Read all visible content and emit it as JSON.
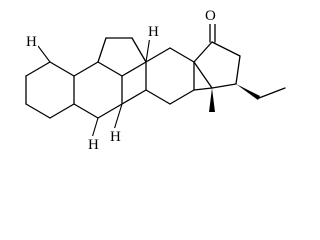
{
  "molecule": {
    "atom_labels": {
      "carbonyl_oxygen": "O",
      "hydrogen_c5": "H",
      "hydrogen_c10": "H",
      "hydrogen_c14": "H",
      "hydrogen_c9": "H"
    },
    "colors": {
      "bond": "#000000",
      "background": "#ffffff"
    }
  }
}
